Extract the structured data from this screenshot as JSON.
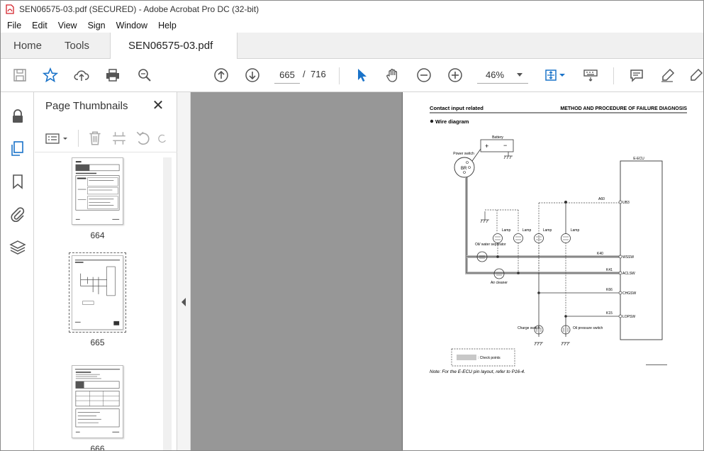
{
  "window": {
    "title": "SEN06575-03.pdf (SECURED) - Adobe Acrobat Pro DC (32-bit)"
  },
  "menu": [
    "File",
    "Edit",
    "View",
    "Sign",
    "Window",
    "Help"
  ],
  "tabs": {
    "home": "Home",
    "tools": "Tools",
    "doc": "SEN06575-03.pdf (..."
  },
  "toolbar": {
    "current_page": "665",
    "separator": "/",
    "total_pages": "716",
    "zoom": "46%"
  },
  "panel": {
    "title": "Page Thumbnails",
    "thumbnails": [
      {
        "label": "664"
      },
      {
        "label": "665"
      },
      {
        "label": "666"
      }
    ]
  },
  "document": {
    "header_left": "Contact input related",
    "header_right": "METHOD AND PROCEDURE OF FAILURE DIAGNOSIS",
    "section": "Wire diagram",
    "labels": {
      "battery": "Battery",
      "power_switch": "Power switch",
      "br": "BR",
      "ecu": "E-ECU",
      "a60": "A60",
      "ub3": "UB3",
      "lamp": "Lamp",
      "oil_water_sep": "Oil/ water separator",
      "k40": "K40",
      "wssw": "WSSW",
      "k41": "K41",
      "aclsw": "ACLSW",
      "air_cleaner": "Air cleaner",
      "k66": "K66",
      "chgsw": "CHGSW",
      "k15": "K15",
      "lopsw": "LOPSW",
      "charge_switch": "Charge switch",
      "oil_pressure_switch": "Oil pressure switch",
      "check_points": ": Check points",
      "note": "Note: For the E-ECU pin layout, refer to P16-4."
    }
  },
  "colors": {
    "accent_blue": "#1a73c9",
    "doc_bg": "#979797",
    "acrobat_red": "#d3222a"
  }
}
